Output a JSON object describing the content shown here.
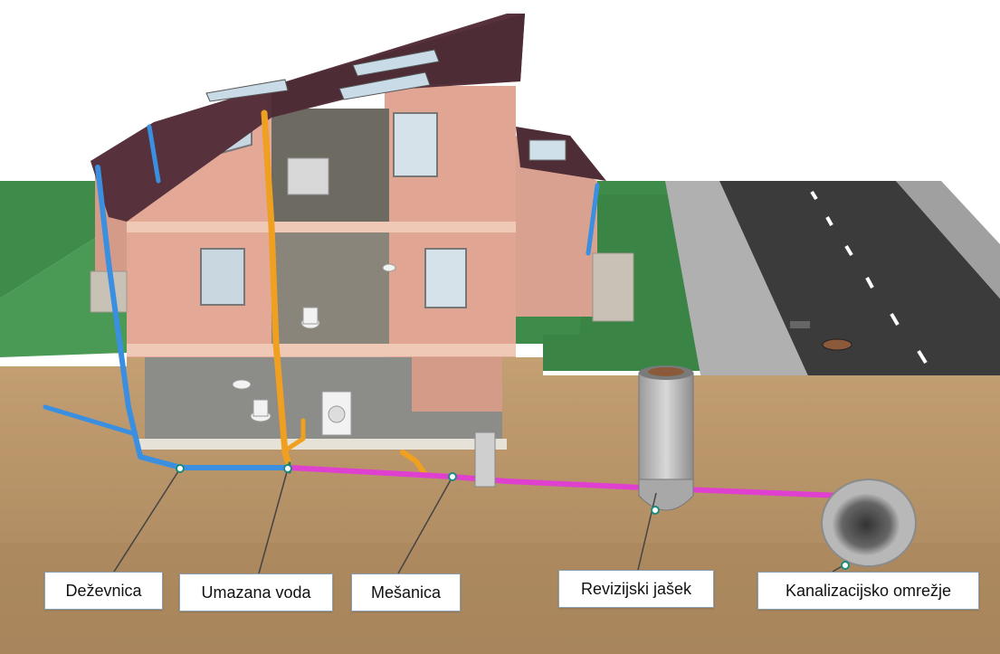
{
  "labels": {
    "dezevnica": "Deževnica",
    "umazana_voda": "Umazana voda",
    "mesanica": "Mešanica",
    "revizijski_jasek": "Revizijski jašek",
    "kanalizacijsko_omrezje": "Kanalizacijsko omrežje"
  },
  "colors": {
    "rainwater_pipe": "#3a8fe0",
    "wastewater_pipe": "#f0a020",
    "mixed_pipe": "#e040d0",
    "soil": "#b8956a",
    "grass": "#3f8c4a",
    "house_wall": "#e0a593",
    "roof": "#5a3540",
    "road": "#3a3a3a",
    "sidewalk": "#a8a8a8"
  }
}
